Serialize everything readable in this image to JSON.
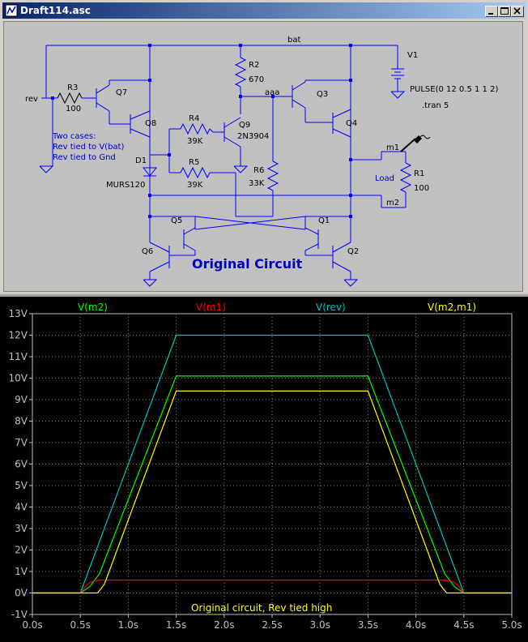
{
  "window": {
    "title": "Draft114.asc"
  },
  "schematic": {
    "title": "Original Circuit",
    "net_labels": {
      "bat": "bat",
      "rev": "rev",
      "aaa": "aaa",
      "m1": "m1",
      "m2": "m2"
    },
    "components": {
      "V1": {
        "name": "V1",
        "value": "PULSE(0 12 0.5 1 1 2)"
      },
      "R1": {
        "name": "R1",
        "value": "100",
        "note": "Load"
      },
      "R2": {
        "name": "R2",
        "value": "670"
      },
      "R3": {
        "name": "R3",
        "value": "100"
      },
      "R4": {
        "name": "R4",
        "value": "39K"
      },
      "R5": {
        "name": "R5",
        "value": "39K"
      },
      "R6": {
        "name": "R6",
        "value": "33K"
      },
      "D1": {
        "name": "D1",
        "value": "MURS120"
      },
      "Q1": "Q1",
      "Q2": "Q2",
      "Q3": "Q3",
      "Q4": "Q4",
      "Q5": "Q5",
      "Q6": "Q6",
      "Q7": "Q7",
      "Q8": "Q8",
      "Q9": {
        "name": "Q9",
        "value": "2N3904"
      }
    },
    "directive": ".tran 5",
    "comment": [
      "Two cases:",
      "Rev tied to V(bat)",
      "Rev tied to Gnd"
    ]
  },
  "plot": {
    "traces": [
      {
        "label": "V(m2)",
        "color": "#00ff00"
      },
      {
        "label": "V(m1)",
        "color": "#ff0000"
      },
      {
        "label": "V(rev)",
        "color": "#00c0c0"
      },
      {
        "label": "V(m2,m1)",
        "color": "#ffff00"
      }
    ],
    "note": "Original circuit, Rev tied high",
    "axis_color": "#c0c0c0",
    "background": "#000000"
  },
  "chart_data": {
    "type": "line",
    "x_ticks": [
      "0.0s",
      "0.5s",
      "1.0s",
      "1.5s",
      "2.0s",
      "2.5s",
      "3.0s",
      "3.5s",
      "4.0s",
      "4.5s",
      "5.0s"
    ],
    "y_ticks": [
      "13V",
      "12V",
      "11V",
      "10V",
      "9V",
      "8V",
      "7V",
      "6V",
      "5V",
      "4V",
      "3V",
      "2V",
      "1V",
      "0V",
      "-1V"
    ],
    "xlim": [
      0,
      5
    ],
    "ylim": [
      -1,
      13
    ],
    "grid": true,
    "series": [
      {
        "name": "V(rev)",
        "x": [
          0,
          0.5,
          1.5,
          3.5,
          4.5,
          5.0
        ],
        "values": [
          0,
          0,
          12,
          12,
          0,
          0
        ]
      },
      {
        "name": "V(m2)",
        "x": [
          0,
          0.5,
          0.6,
          0.7,
          1.5,
          3.5,
          4.3,
          4.4,
          4.5,
          5.0
        ],
        "values": [
          0,
          0,
          0.3,
          0.9,
          10.1,
          10.1,
          0.9,
          0.3,
          0,
          0
        ]
      },
      {
        "name": "V(m1)",
        "x": [
          0,
          0.5,
          0.55,
          0.6,
          0.7,
          1.5,
          3.5,
          4.3,
          4.4,
          4.45,
          4.5,
          5.0
        ],
        "values": [
          0,
          0,
          0.3,
          0.5,
          0.6,
          0.6,
          0.6,
          0.6,
          0.5,
          0.3,
          0,
          0
        ]
      },
      {
        "name": "V(m2,m1)",
        "x": [
          0,
          0.5,
          0.68,
          0.75,
          1.5,
          3.5,
          4.25,
          4.32,
          4.5,
          5.0
        ],
        "values": [
          0,
          0,
          0,
          0.4,
          9.4,
          9.4,
          0.4,
          0,
          0,
          0
        ]
      }
    ]
  }
}
